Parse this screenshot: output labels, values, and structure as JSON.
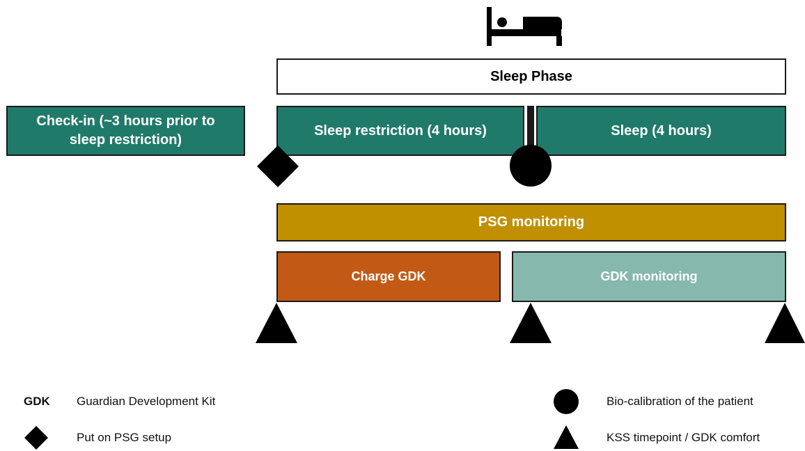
{
  "header": {
    "icon": "bed-icon"
  },
  "phases": {
    "sleep_phase": "Sleep Phase",
    "check_in": "Check-in (~3 hours prior to sleep restriction)",
    "sleep_restriction": "Sleep restriction (4 hours)",
    "sleep": "Sleep (4 hours)",
    "psg_monitoring": "PSG monitoring",
    "charge_gdk": "Charge GDK",
    "gdk_monitoring": "GDK monitoring"
  },
  "legend": {
    "gdk_abbr": "GDK",
    "gdk_full": "Guardian Development Kit",
    "diamond_label": "Put on PSG setup",
    "circle_label": "Bio-calibration of the patient",
    "triangle_label": "KSS timepoint / GDK comfort"
  },
  "colors": {
    "teal": "#207a6a",
    "gold": "#c09000",
    "orange": "#c25a15",
    "light_teal": "#86b8ad",
    "marker": "#000000"
  }
}
